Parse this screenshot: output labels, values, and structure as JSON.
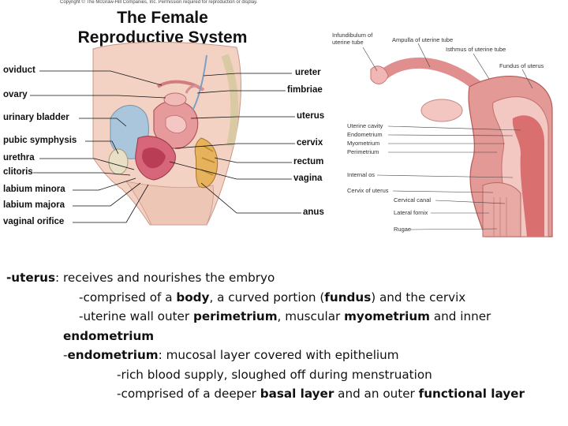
{
  "copyright": "Copyright © The McGraw-Hill Companies, Inc. Permission required for reproduction or display.",
  "title_line1": "The Female",
  "title_line2": "Reproductive System",
  "left_labels": {
    "oviduct": "oviduct",
    "ovary": "ovary",
    "urinary_bladder": "urinary bladder",
    "pubic_symphysis": "pubic symphysis",
    "urethra": "urethra",
    "clitoris": "clitoris",
    "labium_minora": "labium minora",
    "labium_majora": "labium majora",
    "vaginal_orifice": "vaginal orifice"
  },
  "right_labels": {
    "ureter": "ureter",
    "fimbriae": "fimbriae",
    "uterus": "uterus",
    "cervix": "cervix",
    "rectum": "rectum",
    "vagina": "vagina",
    "anus": "anus"
  },
  "detail_labels": {
    "infundibulum": [
      "Infundibulum of",
      "uterine tube"
    ],
    "ampulla": "Ampulla of uterine tube",
    "isthmus": "Isthmus of uterine tube",
    "fundus": "Fundus of uterus",
    "uterine_cavity": "Uterine cavity",
    "endometrium": "Endometrium",
    "myometrium": "Myometrium",
    "perimetrium": "Perimetrium",
    "internal_os": "Internal os",
    "cervix_of_uterus": "Cervix of uterus",
    "cervical_canal": "Cervical canal",
    "lateral_fornix": "Lateral fornix",
    "rugae": "Rugae"
  },
  "notes": {
    "l1": {
      "term": "-uterus",
      "rest": ": receives and nourishes the embryo"
    },
    "l2": {
      "a": "-comprised of a ",
      "b": "body",
      "c": ", a curved portion (",
      "d": "fundus",
      "e": ") and the cervix"
    },
    "l3": {
      "a": "-uterine wall outer ",
      "b": "perimetrium",
      "c": ", muscular ",
      "d": "myometrium",
      "e": " and inner"
    },
    "l4": {
      "b": "endometrium"
    },
    "l5": {
      "a": "-",
      "b": "endometrium",
      "c": ": mucosal layer covered with epithelium"
    },
    "l6": {
      "a": "-rich blood supply, sloughed off during menstruation"
    },
    "l7": {
      "a": "-comprised of a deeper ",
      "b": "basal layer",
      "c": " and an outer ",
      "d": "functional layer"
    }
  }
}
